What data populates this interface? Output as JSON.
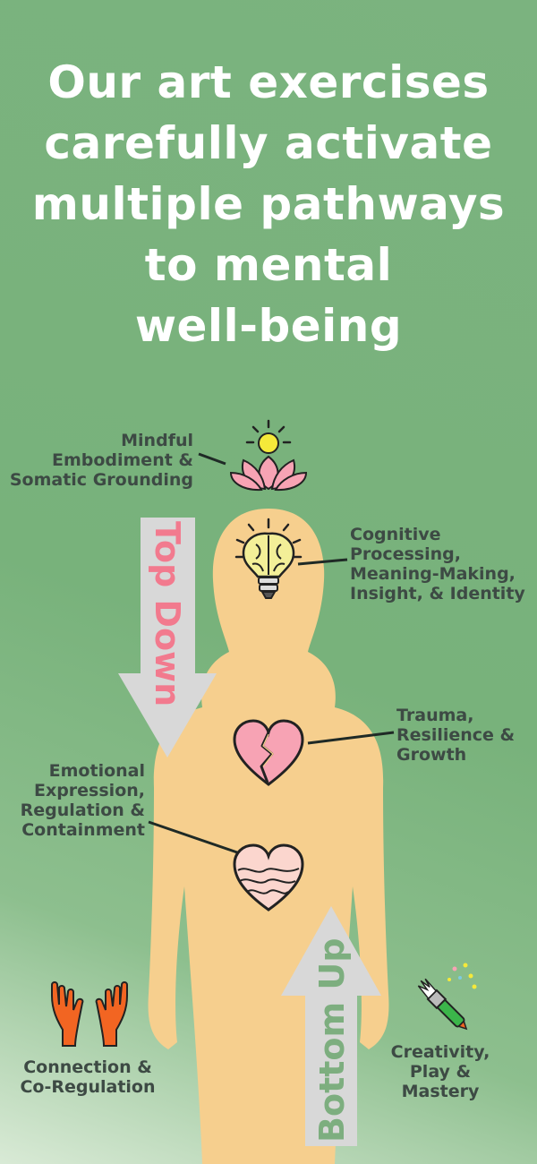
{
  "title_lines": [
    "Our art exercises",
    "carefully activate",
    "multiple pathways",
    "to mental",
    "well-being"
  ],
  "arrows": {
    "top": "Top Down",
    "bottom": "Bottom Up"
  },
  "labels": {
    "mindful": [
      "Mindful",
      "Embodiment &",
      "Somatic Grounding"
    ],
    "cognitive": [
      "Cognitive",
      "Processing,",
      "Meaning-Making,",
      "Insight, & Identity"
    ],
    "trauma": [
      "Trauma,",
      "Resilience &",
      "Growth"
    ],
    "emotional": [
      "Emotional",
      "Expression,",
      "Regulation &",
      "Containment"
    ],
    "connection": [
      "Connection &",
      "Co-Regulation"
    ],
    "creativity": [
      "Creativity,",
      "Play &",
      "Mastery"
    ]
  },
  "colors": {
    "background": "#78b27b",
    "body": "#f6cf8e",
    "arrow": "#d8d8d8",
    "top_text": "#f27a8e",
    "bottom_text": "#7dae7f",
    "lotus": "#f7a3b4",
    "heart_broken": "#f7a3b4",
    "hands": "#f26522"
  },
  "icons": [
    "lotus-sun-icon",
    "brain-lightbulb-icon",
    "broken-heart-icon",
    "wave-heart-icon",
    "open-hands-icon",
    "paintbrush-icon"
  ]
}
